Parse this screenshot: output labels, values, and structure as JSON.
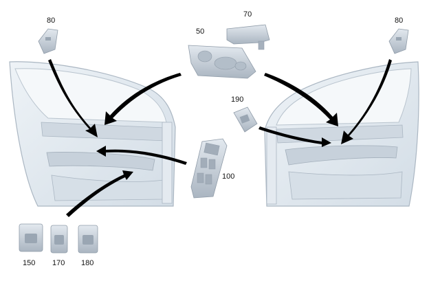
{
  "diagram": {
    "callouts": {
      "c80_left": "80",
      "c70": "70",
      "c50": "50",
      "c80_right": "80",
      "c190": "190",
      "c100": "100",
      "c150": "150",
      "c170": "170",
      "c180": "180"
    },
    "colors": {
      "door_fill": "#dde6ee",
      "door_stroke": "#aab6c2",
      "part_fill": "#c8d2dc",
      "part_dark": "#8f9ba8",
      "arrow": "#000000",
      "text": "#111111"
    }
  }
}
